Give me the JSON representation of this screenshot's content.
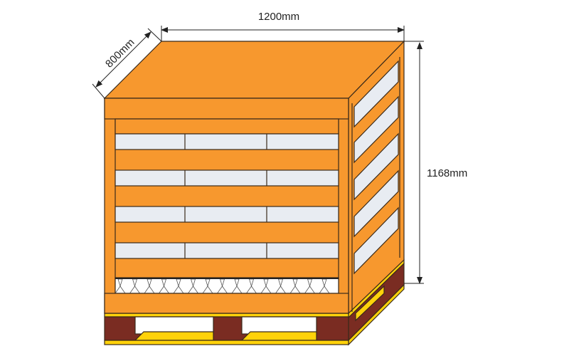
{
  "dimensions": {
    "length": "1200mm",
    "width": "800mm",
    "height": "1168mm"
  },
  "colors": {
    "wood": "#f7982e",
    "outline": "#3a2a1a",
    "slat": "#e8ecf2",
    "pallet_block": "#7a2c22",
    "pallet_deck": "#ffd20a"
  }
}
